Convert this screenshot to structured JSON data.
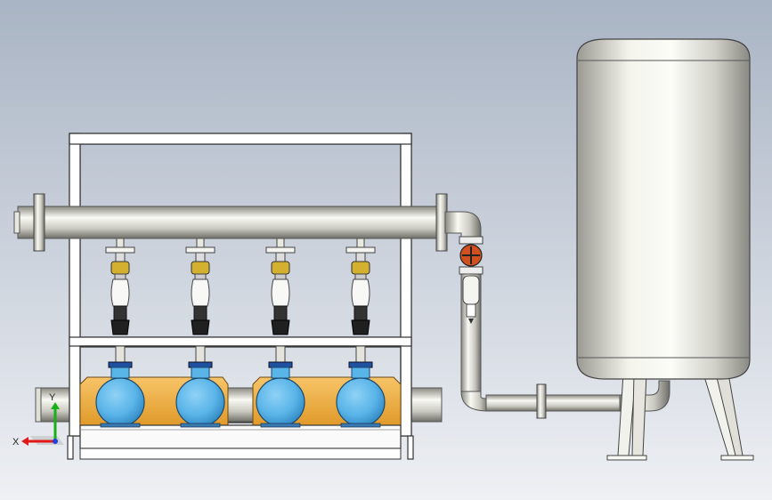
{
  "viewport": {
    "background_top": "#a9b4c4",
    "background_bottom": "#eef0f4"
  },
  "colors": {
    "pipe": "#d8d8d0",
    "frame": "#ffffff",
    "motor": "#59b4e8",
    "motor_base": "#f2ad3e",
    "valve_brass": "#d4b030",
    "valve_black": "#202020",
    "check_valve": "#d05020",
    "tank": "#e8e8e0",
    "outline": "#3c3c3c",
    "axis_x": "#e01818",
    "axis_y": "#18b018",
    "axis_z": "#2040e0"
  },
  "assembly": {
    "pump_count": 4
  },
  "axis_triad": {
    "x_label": "X",
    "y_label": "Y"
  }
}
